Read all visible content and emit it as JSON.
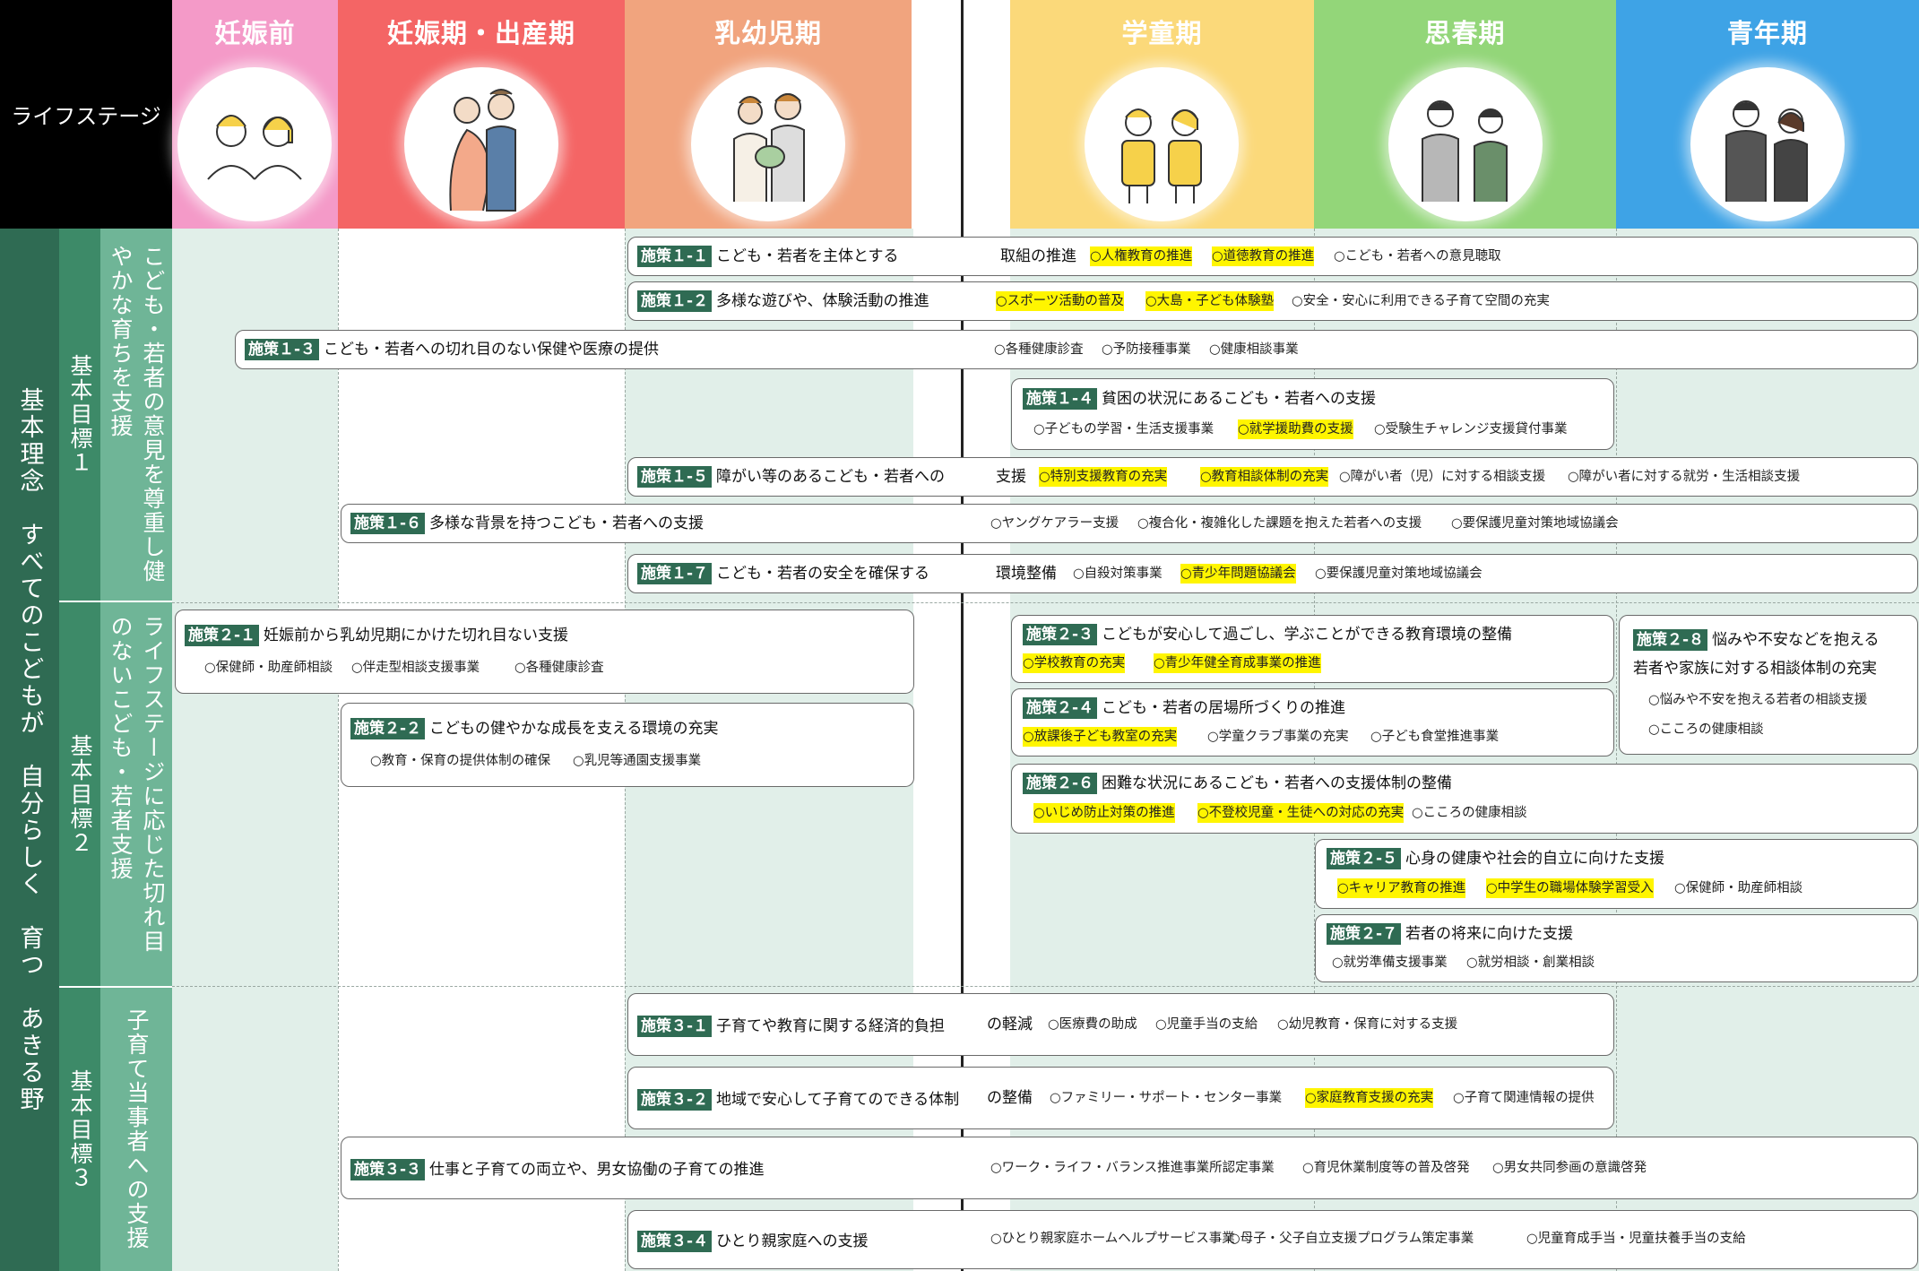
{
  "header": {
    "label": "ライフステージ",
    "stages": [
      "妊娠前",
      "妊娠期・出産期",
      "乳幼児期",
      "学童期",
      "思春期",
      "青年期"
    ],
    "colors": {
      "prepregnancy": "#f49ac8",
      "pregnancy": "#f46565",
      "infant": "#f1a47e",
      "school": "#fbd97a",
      "adolescence": "#93d679",
      "youth": "#3ea3e6"
    }
  },
  "left": {
    "philosophy": "基本理念　すべてのこどもが　自分らしく　育つ　あきる野",
    "goals": [
      {
        "label": "基本目標１",
        "desc": "こども・若者の意見を尊重し健やかな育ちを支援"
      },
      {
        "label": "基本目標２",
        "desc": "ライフステージに応じた切れ目のないこども・若者支援"
      },
      {
        "label": "基本目標３",
        "desc": "子育て当事者への支援"
      }
    ]
  },
  "policies": {
    "p1_1": {
      "tag": "施策１-１",
      "title": "こども・若者を主体とする",
      "title2": "取組の推進",
      "items": [
        "○人権教育の推進",
        "○道徳教育の推進",
        "○こども・若者への意見聴取"
      ]
    },
    "p1_2": {
      "tag": "施策１-２",
      "title": "多様な遊びや、体験活動の推進",
      "items": [
        "○スポーツ活動の普及",
        "○大島・子ども体験塾",
        "○安全・安心に利用できる子育て空間の充実"
      ]
    },
    "p1_3": {
      "tag": "施策１-３",
      "title": "こども・若者への切れ目のない保健や医療の提供",
      "items": [
        "○各種健康診査",
        "○予防接種事業",
        "○健康相談事業"
      ]
    },
    "p1_4": {
      "tag": "施策１-４",
      "title": "貧困の状況にあるこども・若者への支援",
      "items": [
        "○子どもの学習・生活支援事業",
        "○就学援助費の支援",
        "○受験生チャレンジ支援貸付事業"
      ]
    },
    "p1_5": {
      "tag": "施策１-５",
      "title": "障がい等のあるこども・若者への",
      "title2": "支援",
      "items": [
        "○特別支援教育の充実",
        "○教育相談体制の充実",
        "○障がい者（児）に対する相談支援",
        "○障がい者に対する就労・生活相談支援"
      ]
    },
    "p1_6": {
      "tag": "施策１-６",
      "title": "多様な背景を持つこども・若者への支援",
      "items": [
        "○ヤングケアラー支援",
        "○複合化・複雑化した課題を抱えた若者への支援",
        "○要保護児童対策地域協議会"
      ]
    },
    "p1_7": {
      "tag": "施策１-７",
      "title": "こども・若者の安全を確保する",
      "title2": "環境整備",
      "items": [
        "○自殺対策事業",
        "○青少年問題協議会",
        "○要保護児童対策地域協議会"
      ]
    },
    "p2_1": {
      "tag": "施策２-１",
      "title": "妊娠前から乳幼児期にかけた切れ目ない支援",
      "items": [
        "○保健師・助産師相談",
        "○伴走型相談支援事業",
        "○各種健康診査"
      ]
    },
    "p2_2": {
      "tag": "施策２-２",
      "title": "こどもの健やかな成長を支える環境の充実",
      "items": [
        "○教育・保育の提供体制の確保",
        "○乳児等通園支援事業"
      ]
    },
    "p2_3": {
      "tag": "施策２-３",
      "title": "こどもが安心して過ごし、学ぶことができる教育環境の整備",
      "items": [
        "○学校教育の充実",
        "○青少年健全育成事業の推進"
      ]
    },
    "p2_4": {
      "tag": "施策２-４",
      "title": "こども・若者の居場所づくりの推進",
      "items": [
        "○放課後子ども教室の充実",
        "○学童クラブ事業の充実",
        "○子ども食堂推進事業"
      ]
    },
    "p2_5": {
      "tag": "施策２-５",
      "title": "心身の健康や社会的自立に向けた支援",
      "items": [
        "○キャリア教育の推進",
        "○中学生の職場体験学習受入",
        "○保健師・助産師相談"
      ]
    },
    "p2_6": {
      "tag": "施策２-６",
      "title": "困難な状況にあるこども・若者への支援体制の整備",
      "items": [
        "○いじめ防止対策の推進",
        "○不登校児童・生徒への対応の充実",
        "○こころの健康相談"
      ]
    },
    "p2_7": {
      "tag": "施策２-７",
      "title": "若者の将来に向けた支援",
      "items": [
        "○就労準備支援事業",
        "○就労相談・創業相談"
      ]
    },
    "p2_8": {
      "tag": "施策２-８",
      "title": "悩みや不安などを抱える",
      "title2": "若者や家族に対する相談体制の充実",
      "items": [
        "○悩みや不安を抱える若者の相談支援",
        "○こころの健康相談"
      ]
    },
    "p3_1": {
      "tag": "施策３-１",
      "title": "子育てや教育に関する経済的負担",
      "title2": "の軽減",
      "items": [
        "○医療費の助成",
        "○児童手当の支給",
        "○幼児教育・保育に対する支援"
      ]
    },
    "p3_2": {
      "tag": "施策３-２",
      "title": "地域で安心して子育てのできる体制",
      "title2": "の整備",
      "items": [
        "○ファミリー・サポート・センター事業",
        "○家庭教育支援の充実",
        "○子育て関連情報の提供"
      ]
    },
    "p3_3": {
      "tag": "施策３-３",
      "title": "仕事と子育ての両立や、男女協働の子育ての推進",
      "items": [
        "○ワーク・ライフ・バランス推進事業所認定事業",
        "○育児休業制度等の普及啓発",
        "○男女共同参画の意識啓発"
      ]
    },
    "p3_4": {
      "tag": "施策３-４",
      "title": "ひとり親家庭への支援",
      "items": [
        "○ひとり親家庭ホームヘルプサービス事業",
        "○母子・父子自立支援プログラム策定事業",
        "○児童育成手当・児童扶養手当の支給"
      ]
    }
  },
  "highlight_color": "#fff500",
  "tag_color": "#2f6b53",
  "band_colors": {
    "philosophy": "#2f6b53",
    "goal": "#3d8a68",
    "desc": "#6fb597",
    "bg": "#e1efe9"
  }
}
